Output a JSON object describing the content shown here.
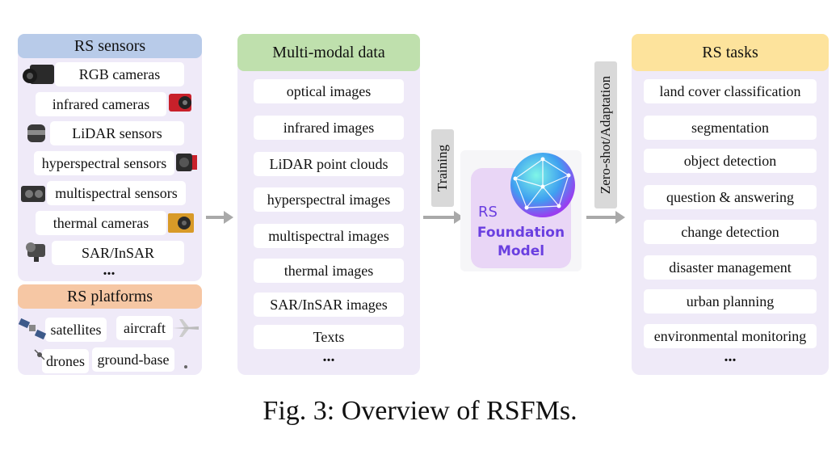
{
  "sensors": {
    "header": "RS sensors",
    "items": [
      "RGB cameras",
      "infrared cameras",
      "LiDAR sensors",
      "hyperspectral sensors",
      "multispectral sensors",
      "thermal cameras",
      "SAR/InSAR"
    ],
    "more": "...",
    "icons": [
      "camera-icon",
      "infrared-camera-icon",
      "lidar-icon",
      "hyperspectral-sensor-icon",
      "multispectral-sensor-icon",
      "thermal-camera-icon",
      "sar-icon"
    ]
  },
  "platforms": {
    "header": "RS platforms",
    "items": [
      "satellites",
      "aircraft",
      "drones",
      "ground-base"
    ]
  },
  "data": {
    "header": "Multi-modal data",
    "items": [
      "optical images",
      "infrared images",
      "LiDAR point clouds",
      "hyperspectral images",
      "multispectral images",
      "thermal images",
      "SAR/InSAR images",
      "Texts"
    ],
    "more": "..."
  },
  "training_label": "Training",
  "model": {
    "line1": "RS",
    "line2": "Foundation",
    "line3": "Model"
  },
  "adaptation_label": "Zero-shot/Adaptation",
  "tasks": {
    "header": "RS tasks",
    "items": [
      "land cover classification",
      "segmentation",
      "object detection",
      "question & answering",
      "change detection",
      "disaster management",
      "urban planning",
      "environmental monitoring"
    ],
    "more": "..."
  },
  "caption": "Fig. 3: Overview of RSFMs.",
  "colors": {
    "sensors_header": "#b8cbe9",
    "platforms_header": "#f6c7a4",
    "data_header": "#bfe0ad",
    "tasks_header": "#fde39c",
    "panel": "#efeaf8",
    "model_text": "#6a3fe0"
  }
}
